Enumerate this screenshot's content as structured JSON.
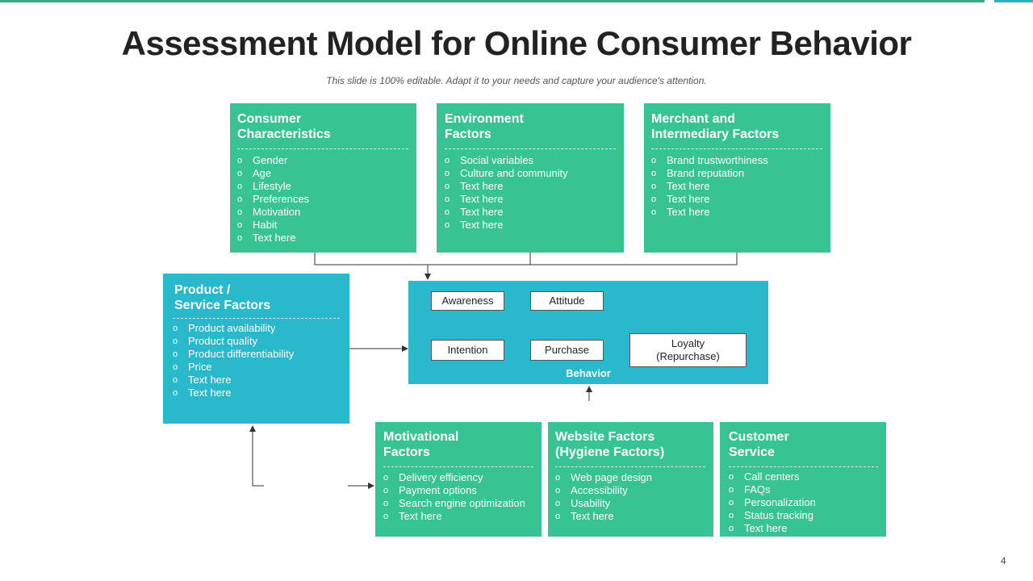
{
  "title": "Assessment Model for Online Consumer Behavior",
  "subtitle": "This slide is 100% editable. Adapt it to your needs and capture your audience's attention.",
  "page_number": "4",
  "colors": {
    "green": "#38c492",
    "teal": "#2ab8cc",
    "accent_bar": "#3aa88a"
  },
  "boxes": {
    "consumer": {
      "title": "Consumer\nCharacteristics",
      "items": [
        "Gender",
        "Age",
        "Lifestyle",
        "Preferences",
        "Motivation",
        "Habit",
        "Text here"
      ]
    },
    "environment": {
      "title": "Environment\nFactors",
      "items": [
        "Social variables",
        "Culture and community",
        "Text here",
        "Text here",
        "Text here",
        "Text here"
      ]
    },
    "merchant": {
      "title": "Merchant and\nIntermediary Factors",
      "items": [
        "Brand trustworthiness",
        "Brand reputation",
        "Text here",
        "Text here",
        "Text here"
      ]
    },
    "product": {
      "title": "Product /\nService Factors",
      "items": [
        "Product availability",
        "Product quality",
        "Product differentiability",
        "Price",
        "Text here",
        "Text here"
      ]
    },
    "motivational": {
      "title": "Motivational\nFactors",
      "items": [
        "Delivery efficiency",
        "Payment options",
        "Search engine optimization",
        "Text here"
      ]
    },
    "website": {
      "title": "Website Factors\n(Hygiene Factors)",
      "items": [
        "Web page design",
        "Accessibility",
        "Usability",
        "Text here"
      ]
    },
    "customer": {
      "title": "Customer\nService",
      "items": [
        "Call centers",
        "FAQs",
        "Personalization",
        "Status tracking",
        "Text here"
      ]
    }
  },
  "behavior": {
    "label": "Behavior",
    "nodes": {
      "awareness": "Awareness",
      "attitude": "Attitude",
      "intention": "Intention",
      "purchase": "Purchase",
      "loyalty": "Loyalty\n(Repurchase)"
    }
  }
}
